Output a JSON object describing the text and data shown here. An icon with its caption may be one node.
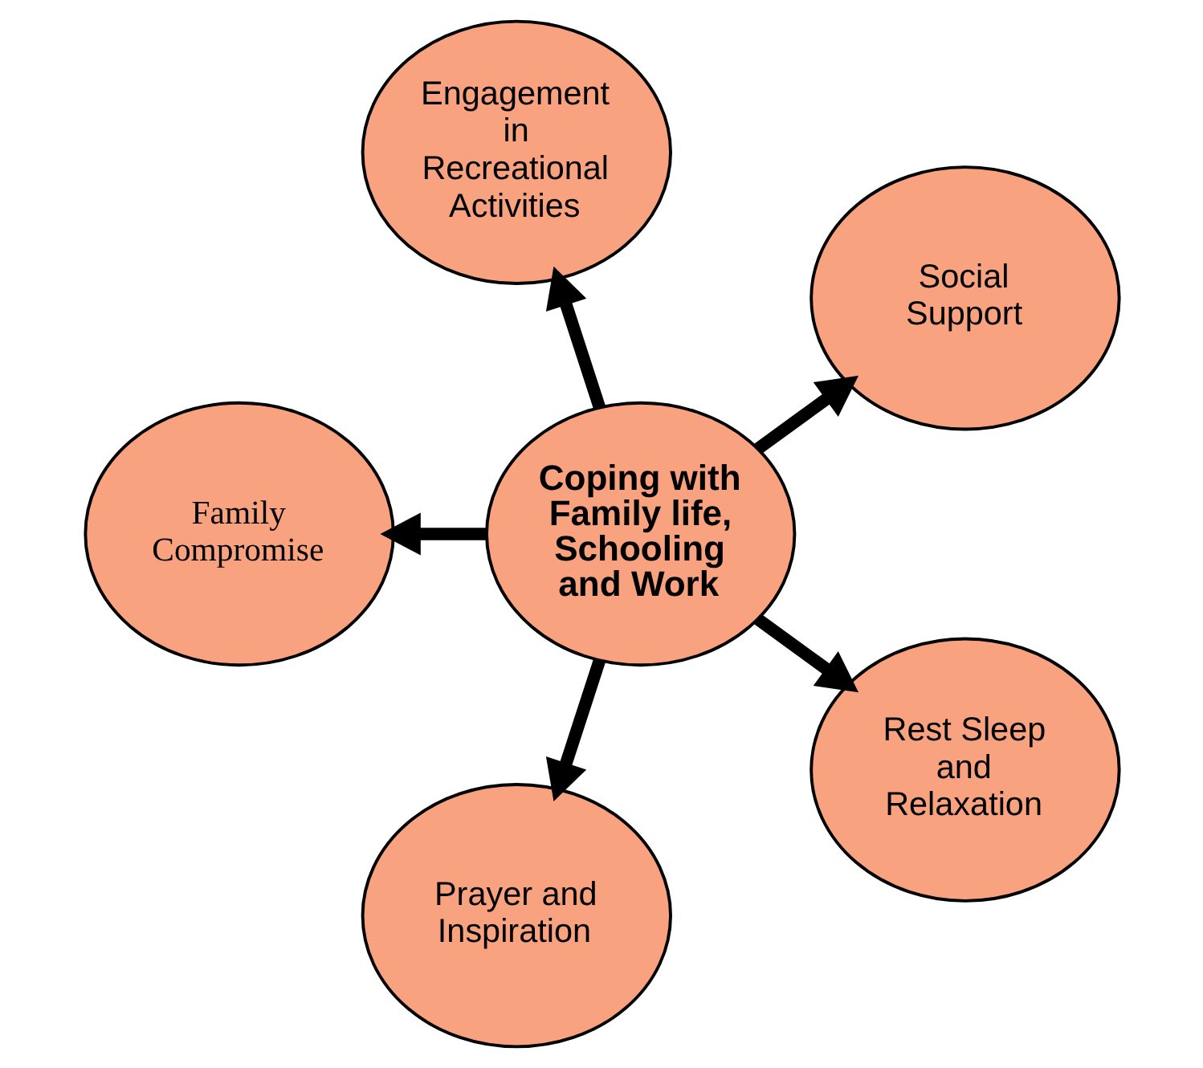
{
  "diagram": {
    "nodes": [
      {
        "text": [
          "Engagement in Recreational Activities"
        ]
      },
      {
        "text": [
          "Social Support"
        ]
      },
      {
        "text": [
          "Coping with Family life, Schooling and Work"
        ]
      },
      {
        "text": [
          "Family Compromise"
        ]
      },
      {
        "text": [
          "Rest Sleep and Relaxation"
        ]
      },
      {
        "text": [
          "Prayer and Inspiration"
        ]
      }
    ],
    "edges": [
      {
        "from": 2,
        "to": 0,
        "arrow": "to"
      },
      {
        "from": 2,
        "to": 1,
        "arrow": "to"
      },
      {
        "from": 2,
        "to": 4,
        "arrow": "to"
      },
      {
        "from": 2,
        "to": 5,
        "arrow": "to"
      },
      {
        "from": 2,
        "to": 3,
        "arrow": "to"
      }
    ]
  }
}
